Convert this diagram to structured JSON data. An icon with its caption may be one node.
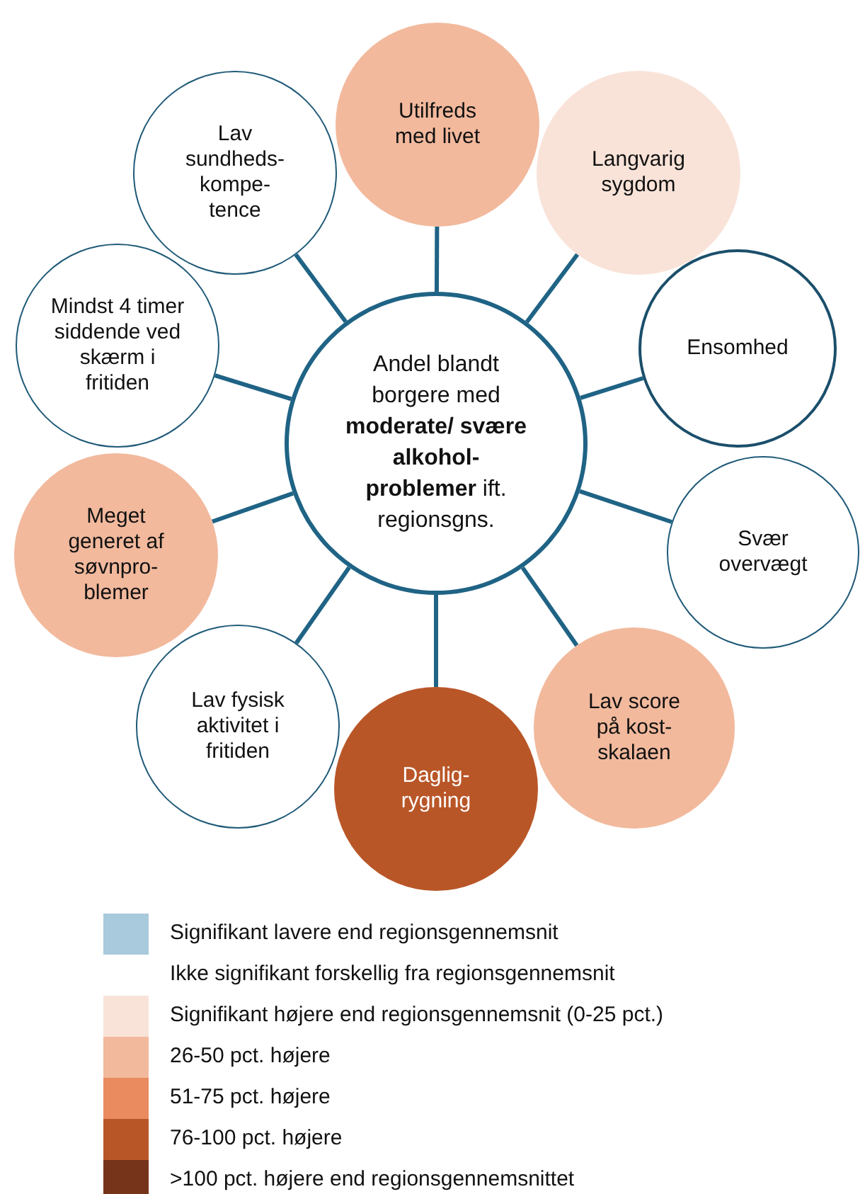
{
  "diagram": {
    "nodes": [
      {
        "text": [
          "Andel blandt borgere med **moderate/ svære alkohol- problemer** ift. regionsgns."
        ]
      },
      {
        "text": [
          "Utilfreds med livet"
        ]
      },
      {
        "text": [
          "Langvarig sygdom"
        ]
      },
      {
        "text": [
          "Ensomhed"
        ]
      },
      {
        "text": [
          "Svær overvægt"
        ]
      },
      {
        "text": [
          "Lav score på kost- skalaen"
        ]
      },
      {
        "text": [
          "Daglig- rygning"
        ]
      },
      {
        "text": [
          "Lav fysisk aktivitet i fritiden"
        ]
      },
      {
        "text": [
          "Meget generet af søvnpro- blemer"
        ]
      },
      {
        "text": [
          "Mindst 4 timer siddende ved skærm i fritiden"
        ]
      },
      {
        "text": [
          "Lav sundheds- kompe- tence"
        ]
      }
    ],
    "edges": [
      {
        "from": 0,
        "to": 1,
        "arrow": "none"
      },
      {
        "from": 0,
        "to": 2,
        "arrow": "none"
      },
      {
        "from": 0,
        "to": 3,
        "arrow": "none"
      },
      {
        "from": 0,
        "to": 4,
        "arrow": "none"
      },
      {
        "from": 0,
        "to": 5,
        "arrow": "none"
      },
      {
        "from": 0,
        "to": 6,
        "arrow": "none"
      },
      {
        "from": 0,
        "to": 7,
        "arrow": "none"
      },
      {
        "from": 0,
        "to": 8,
        "arrow": "none"
      },
      {
        "from": 0,
        "to": 9,
        "arrow": "none"
      },
      {
        "from": 0,
        "to": 10,
        "arrow": "none"
      }
    ],
    "legend": [
      {
        "text": "Signifikant lavere end regionsgennemsnit",
        "color": "#a9c9dc"
      },
      {
        "text": "Ikke signifikant forskellig fra regionsgennemsnit",
        "color": "#ffffff"
      },
      {
        "text": "Signifikant højere end regionsgennemsnit (0-25 pct.)",
        "color": "#f9e3d8"
      },
      {
        "text": "26-50 pct. højere",
        "color": "#f2b99d"
      },
      {
        "text": "51-75 pct. højere",
        "color": "#e98a5f"
      },
      {
        "text": "76-100 pct. højere",
        "color": "#b95628"
      },
      {
        "text": ">100 pct. højere end regionsgennemsnittet",
        "color": "#76341a"
      }
    ]
  }
}
